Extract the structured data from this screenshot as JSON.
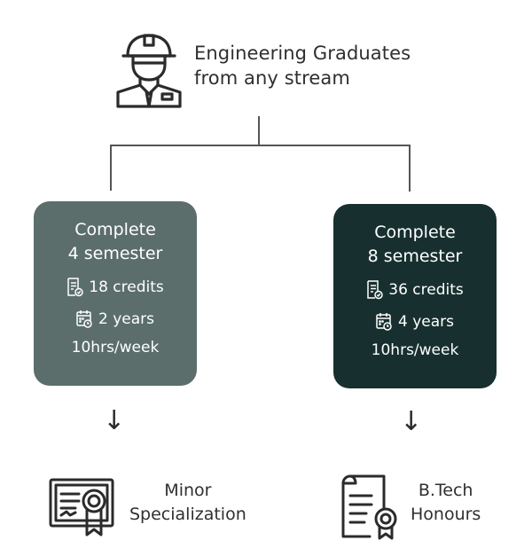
{
  "source": {
    "line1": "Engineering Graduates",
    "line2": "from any stream",
    "icon": "engineer-icon"
  },
  "paths": [
    {
      "title_line1": "Complete",
      "title_line2": "4 semester",
      "credits": "18 credits",
      "duration": "2 years",
      "hours": "10hrs/week",
      "color": "#5b6e6b",
      "outcome_line1": "Minor",
      "outcome_line2": "Specialization",
      "outcome_icon": "certificate-icon"
    },
    {
      "title_line1": "Complete",
      "title_line2": "8 semester",
      "credits": "36 credits",
      "duration": "4 years",
      "hours": "10hrs/week",
      "color": "#17302f",
      "outcome_line1": "B.Tech",
      "outcome_line2": "Honours",
      "outcome_icon": "document-seal-icon"
    }
  ],
  "arrow_glyph": "↓"
}
